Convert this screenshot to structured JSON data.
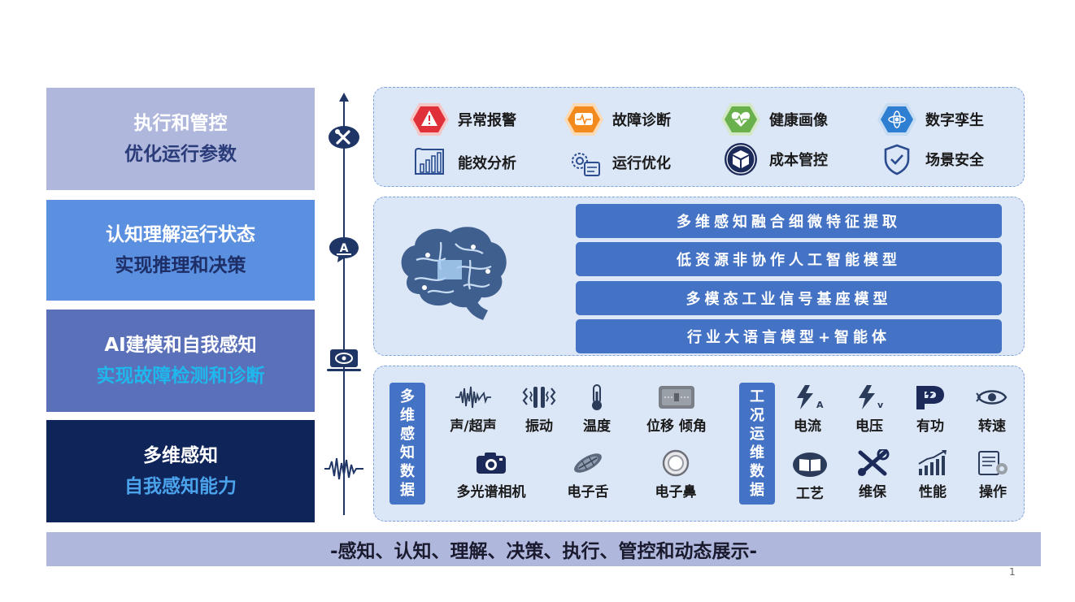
{
  "left_boxes": [
    {
      "line1": "执行和管控",
      "line2": "优化运行参数"
    },
    {
      "line1": "认知理解运行状态",
      "line2": "实现推理和决策"
    },
    {
      "line1": "AI建模和自我感知",
      "line2": "实现故障检测和诊断"
    },
    {
      "line1": "多维感知",
      "line2": "自我感知能力"
    }
  ],
  "execution_panel": {
    "items": [
      {
        "label": "异常报警",
        "icon": "warning-hexagon-icon",
        "color": "#e0313a"
      },
      {
        "label": "故障诊断",
        "icon": "diagnosis-hexagon-icon",
        "color": "#f28a1d"
      },
      {
        "label": "健康画像",
        "icon": "health-hexagon-icon",
        "color": "#6ab04c"
      },
      {
        "label": "数字孪生",
        "icon": "digital-twin-hexagon-icon",
        "color": "#2e7fd1"
      },
      {
        "label": "能效分析",
        "icon": "bar-chart-icon"
      },
      {
        "label": "运行优化",
        "icon": "gear-optimize-icon"
      },
      {
        "label": "成本管控",
        "icon": "cost-box-icon"
      },
      {
        "label": "场景安全",
        "icon": "shield-check-icon"
      }
    ]
  },
  "model_panel": {
    "image_icon": "brain-circuit-icon",
    "bars": [
      "多维感知融合细微特征提取",
      "低资源非协作人工智能模型",
      "多模态工业信号基座模型",
      "行业大语言模型+智能体"
    ]
  },
  "sensing_panel": {
    "group1_label": [
      "多",
      "维",
      "感",
      "知",
      "数",
      "据"
    ],
    "group1_items": [
      {
        "label": "声/超声",
        "icon": "sound-wave-icon"
      },
      {
        "label": "振动",
        "icon": "vibration-icon"
      },
      {
        "label": "温度",
        "icon": "thermometer-icon"
      },
      {
        "label": "位移 倾角",
        "icon": "displacement-sensor-icon"
      },
      {
        "label": "多光谱相机",
        "icon": "camera-icon"
      },
      {
        "label": "电子舌",
        "icon": "electronic-tongue-icon"
      },
      {
        "label": "电子鼻",
        "icon": "electronic-nose-icon"
      }
    ],
    "group2_label": [
      "工",
      "况",
      "运",
      "维",
      "数",
      "据"
    ],
    "group2_items": [
      {
        "label": "电流",
        "icon": "current-icon"
      },
      {
        "label": "电压",
        "icon": "voltage-icon"
      },
      {
        "label": "有功",
        "icon": "active-power-icon"
      },
      {
        "label": "转速",
        "icon": "rotation-speed-icon"
      },
      {
        "label": "工艺",
        "icon": "process-book-icon"
      },
      {
        "label": "维保",
        "icon": "maintenance-tools-icon"
      },
      {
        "label": "性能",
        "icon": "performance-chart-icon"
      },
      {
        "label": "操作",
        "icon": "operation-doc-icon"
      }
    ]
  },
  "axis_icons": [
    "tools-icon",
    "ai-chat-icon",
    "ai-eye-laptop-icon",
    "signal-wave-icon"
  ],
  "footer": "-感知、认知、理解、决策、执行、管控和动态展示-",
  "page_number": "1",
  "colors": {
    "primary_blue": "#4472c4",
    "navy": "#0f2459",
    "panel_bg": "#dbe6f6"
  }
}
